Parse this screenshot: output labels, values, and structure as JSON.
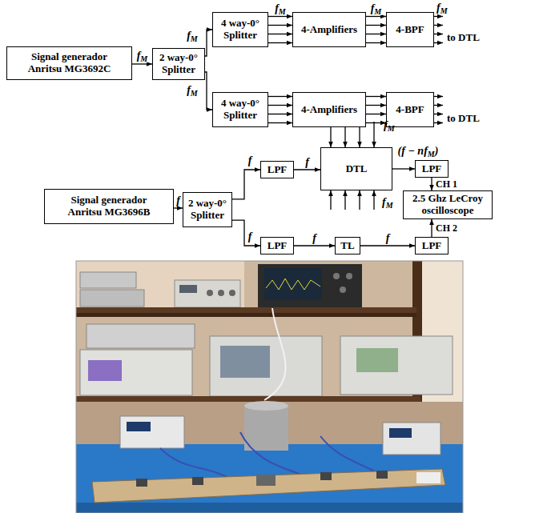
{
  "diagram": {
    "nodes": [
      {
        "text": [
          "Signal generador Anritsu MG3692C"
        ]
      },
      {
        "text": [
          "2 way-0° Splitter"
        ]
      },
      {
        "text": [
          "4 way-0° Splitter"
        ]
      },
      {
        "text": [
          "4-Amplifiers"
        ]
      },
      {
        "text": [
          "4-BPF"
        ]
      },
      {
        "text": [
          "4 way-0° Splitter"
        ]
      },
      {
        "text": [
          "4-Amplifiers"
        ]
      },
      {
        "text": [
          "4-BPF"
        ]
      },
      {
        "text": [
          "Signal generador Anritsu MG3696B"
        ]
      },
      {
        "text": [
          "2 way-0° Splitter"
        ]
      },
      {
        "text": [
          "LPF"
        ]
      },
      {
        "text": [
          "DTL"
        ]
      },
      {
        "text": [
          "LPF"
        ]
      },
      {
        "text": [
          "2.5 Ghz LeCroy oscilloscope"
        ]
      },
      {
        "text": [
          "LPF"
        ]
      },
      {
        "text": [
          "TL"
        ]
      },
      {
        "text": [
          "LPF"
        ]
      }
    ],
    "edges": [
      {
        "from": 0,
        "to": 1,
        "arrow": "to",
        "label": "fM"
      },
      {
        "from": 1,
        "to": 2,
        "arrow": "to",
        "label": "fM"
      },
      {
        "from": 1,
        "to": 5,
        "arrow": "to",
        "label": "fM"
      },
      {
        "from": 2,
        "to": 3,
        "arrow": "to",
        "label": "fM"
      },
      {
        "from": 2,
        "to": 3,
        "arrow": "to"
      },
      {
        "from": 2,
        "to": 3,
        "arrow": "to"
      },
      {
        "from": 2,
        "to": 3,
        "arrow": "to"
      },
      {
        "from": 3,
        "to": 4,
        "arrow": "to",
        "label": "fM"
      },
      {
        "from": 3,
        "to": 4,
        "arrow": "to"
      },
      {
        "from": 3,
        "to": 4,
        "arrow": "to"
      },
      {
        "from": 3,
        "to": 4,
        "arrow": "to"
      },
      {
        "from": 5,
        "to": 6,
        "arrow": "to"
      },
      {
        "from": 5,
        "to": 6,
        "arrow": "to"
      },
      {
        "from": 5,
        "to": 6,
        "arrow": "to"
      },
      {
        "from": 5,
        "to": 6,
        "arrow": "to"
      },
      {
        "from": 6,
        "to": 7,
        "arrow": "to"
      },
      {
        "from": 6,
        "to": 7,
        "arrow": "to"
      },
      {
        "from": 6,
        "to": 7,
        "arrow": "to"
      },
      {
        "from": 6,
        "to": 7,
        "arrow": "to"
      },
      {
        "from": 8,
        "to": 9,
        "arrow": "to",
        "label": "f"
      },
      {
        "from": 9,
        "to": 10,
        "arrow": "to",
        "label": "f"
      },
      {
        "from": 9,
        "to": 14,
        "arrow": "to",
        "label": "f"
      },
      {
        "from": 10,
        "to": 11,
        "arrow": "to",
        "label": "f"
      },
      {
        "from": 11,
        "to": 12,
        "arrow": "to",
        "label": "(f − nfM)"
      },
      {
        "from": 12,
        "to": 13,
        "arrow": "to",
        "label": "CH 1"
      },
      {
        "from": 14,
        "to": 15,
        "arrow": "to",
        "label": "f"
      },
      {
        "from": 15,
        "to": 16,
        "arrow": "to",
        "label": "f"
      },
      {
        "from": 16,
        "to": 13,
        "arrow": "to",
        "label": "CH 2"
      }
    ],
    "labels": [
      "fM",
      "to DTL",
      "to DTL",
      "fM",
      "fM"
    ]
  }
}
